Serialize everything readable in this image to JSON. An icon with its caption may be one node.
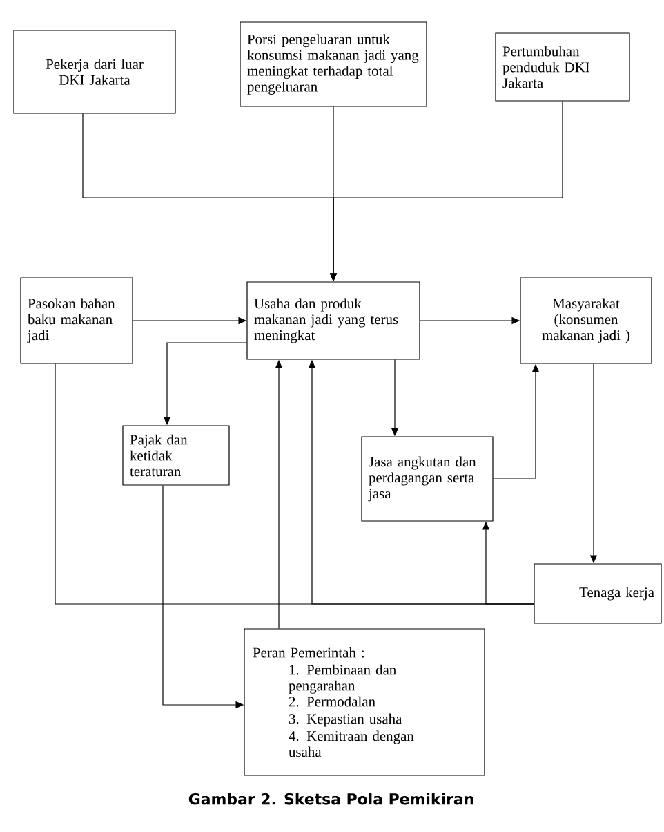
{
  "diagram": {
    "caption": "Gambar 2. Sketsa Pola Pemikiran",
    "nodes": [
      {
        "text": [
          "Pekerja dari luar DKI Jakarta"
        ]
      },
      {
        "text": [
          "Porsi pengeluaran untuk konsumsi makanan jadi yang meningkat terhadap total pengeluaran"
        ]
      },
      {
        "text": [
          "Pertumbuhan penduduk DKI Jakarta"
        ]
      },
      {
        "text": [
          "Pasokan bahan baku makanan jadi"
        ]
      },
      {
        "text": [
          "Usaha dan produk makanan jadi yang terus meningkat"
        ]
      },
      {
        "text": [
          "Masyarakat (konsumen makanan jadi )"
        ]
      },
      {
        "text": [
          "Pajak dan ketidak teraturan"
        ]
      },
      {
        "text": [
          "Jasa angkutan dan perdagangan serta jasa"
        ]
      },
      {
        "text": [
          "Tenaga kerja"
        ]
      },
      {
        "text": [
          "Peran Pemerintah :",
          "1. Pembinaan dan pengarahan",
          "2. Permodalan",
          "3. Kepastian usaha",
          "4. Kemitraan dengan usaha"
        ]
      }
    ],
    "edges": [
      {
        "from": 0,
        "to": 4,
        "arrow": "to"
      },
      {
        "from": 1,
        "to": 4,
        "arrow": "to"
      },
      {
        "from": 2,
        "to": 4,
        "arrow": "to"
      },
      {
        "from": 3,
        "to": 4,
        "arrow": "to"
      },
      {
        "from": 4,
        "to": 5,
        "arrow": "to"
      },
      {
        "from": 4,
        "to": 6,
        "arrow": "to"
      },
      {
        "from": 4,
        "to": 7,
        "arrow": "to"
      },
      {
        "from": 7,
        "to": 5,
        "arrow": "to"
      },
      {
        "from": 5,
        "to": 8,
        "arrow": "to"
      },
      {
        "from": 6,
        "to": 9,
        "arrow": "to"
      },
      {
        "from": 9,
        "to": 4,
        "arrow": "to"
      },
      {
        "from": 8,
        "to": 4,
        "arrow": "to"
      },
      {
        "from": 8,
        "to": 7,
        "arrow": "to"
      },
      {
        "from": 8,
        "to": 3,
        "arrow": "none"
      }
    ]
  }
}
